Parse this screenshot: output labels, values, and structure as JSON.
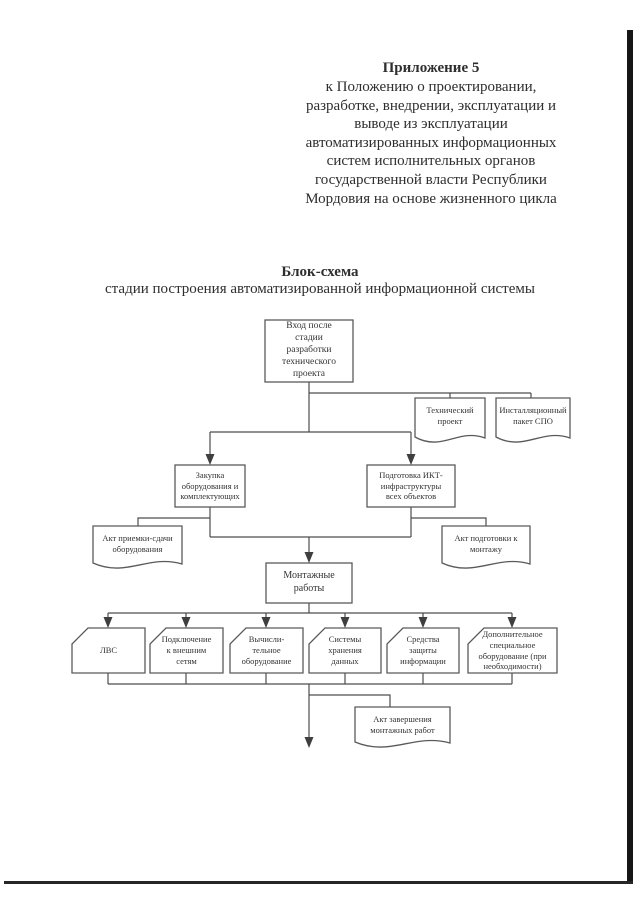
{
  "header": {
    "appendix": "Приложение 5",
    "subtitle": "к Положению о проектировании,\nразработке, внедрении, эксплуатации и\nвыводе из эксплуатации\nавтоматизированных информационных\nсистем исполнительных органов\nгосударственной власти Республики\nМордовия на основе жизненного цикла"
  },
  "title": {
    "main": "Блок-схема",
    "sub": "стадии построения автоматизированной информационной системы"
  },
  "diagram": {
    "entry": "Вход после\nстадии\nразработки\nтехнического\nпроекта",
    "doc_tech_project": "Технический\nпроект",
    "doc_install_package": "Инсталляционный\nпакет СПО",
    "purchase": "Закупка\nоборудования и\nкомплектующих",
    "ikt_prep": "Подготовка ИКТ-\nинфраструктуры\nвсех объектов",
    "act_acceptance": "Акт приемки-сдачи\nоборудования",
    "act_montage_prep": "Акт подготовки к\nмонтажу",
    "montage": "Монтажные\nработы",
    "lvs": "ЛВС",
    "external_networks": "Подключение\nк внешним\nсетям",
    "computing": "Вычисли-\nтельное\nоборудование",
    "storage": "Системы\nхранения\nданных",
    "infosec": "Средства\nзащиты\nинформации",
    "additional": "Дополнительное\nспециальное\nоборудование (при\nнеобходимости)",
    "act_completion": "Акт завершения\nмонтажных работ"
  },
  "colors": {
    "paper": "#ffffff",
    "ink": "#333333",
    "line": "#4d4d4d"
  }
}
